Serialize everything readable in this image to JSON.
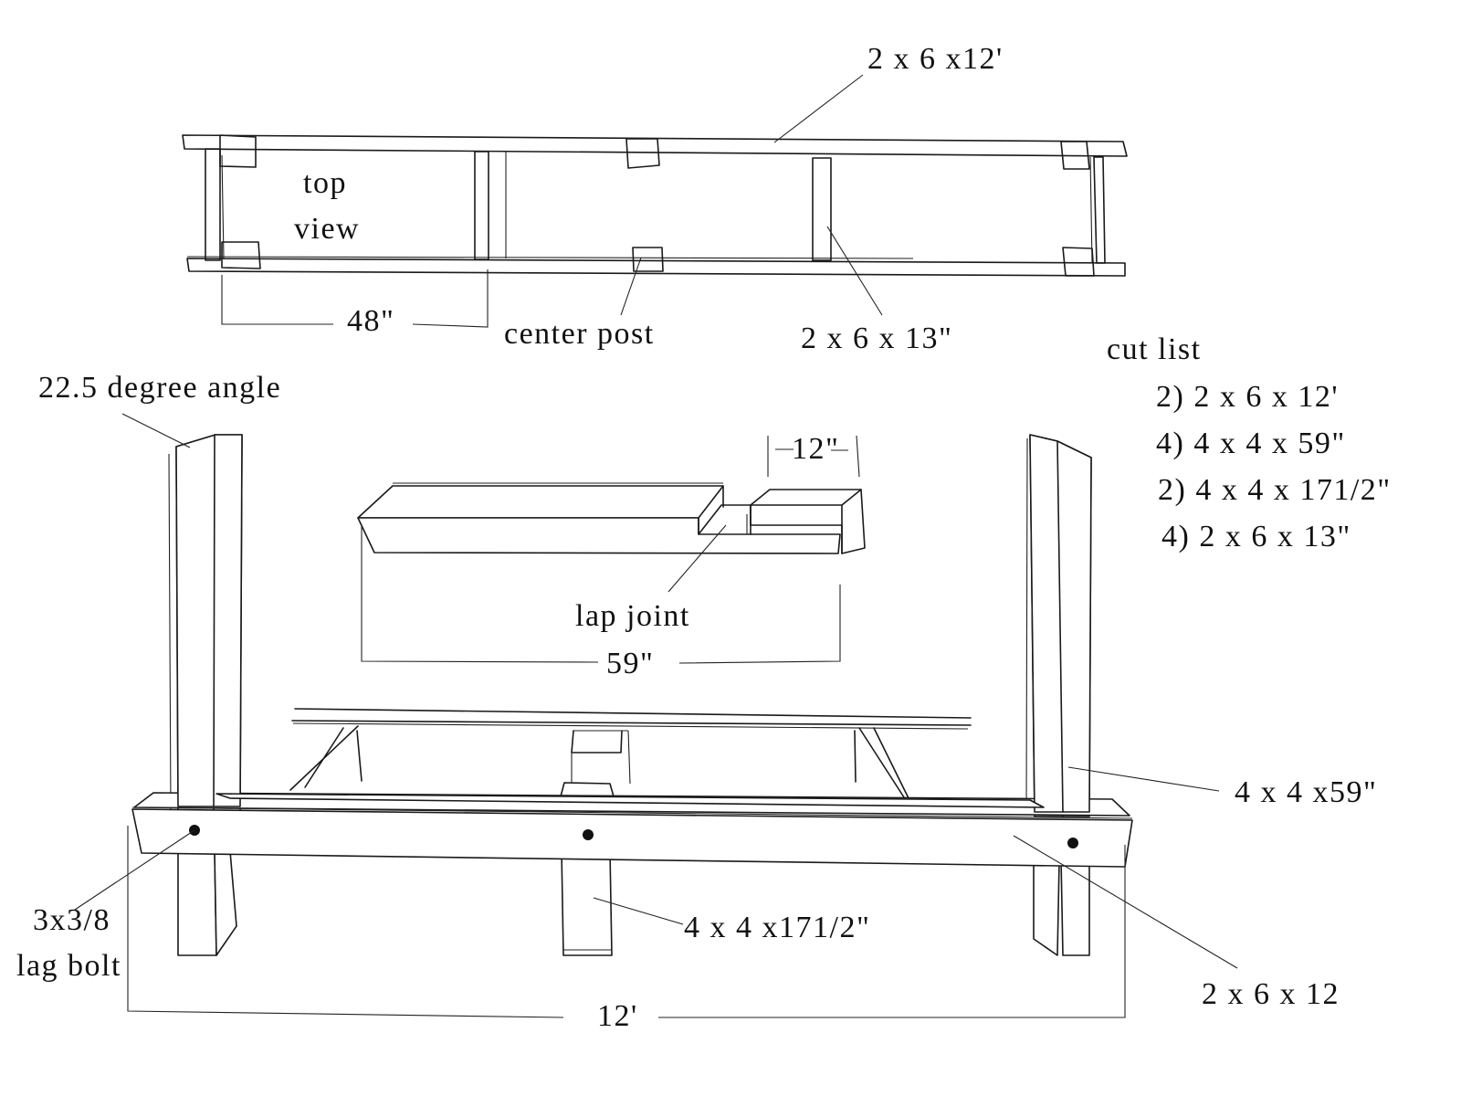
{
  "top_view": {
    "title_line1": "top",
    "title_line2": "view",
    "rail_label": "2 x 6 x12'",
    "spacing_label": "48\"",
    "center_post_label": "center post",
    "block_label": "2 x 6 x 13\""
  },
  "cut_list": {
    "title": "cut list",
    "items": [
      "2) 2 x 6 x 12'",
      "4) 4 x 4 x 59\"",
      "2) 4 x 4 x 171/2\"",
      "4) 2 x 6 x 13\""
    ]
  },
  "detail": {
    "lap_width_label": "12\"",
    "lap_joint_label": "lap joint",
    "length_label": "59\""
  },
  "front_view": {
    "angle_label": "22.5 degree angle",
    "post_label": "4 x 4 x59\"",
    "center_post_label": "4 x 4 x171/2\"",
    "bolt_label_line1": "3x3/8",
    "bolt_label_line2": "lag bolt",
    "rail_label": "2 x 6 x 12",
    "overall_length_label": "12'"
  }
}
